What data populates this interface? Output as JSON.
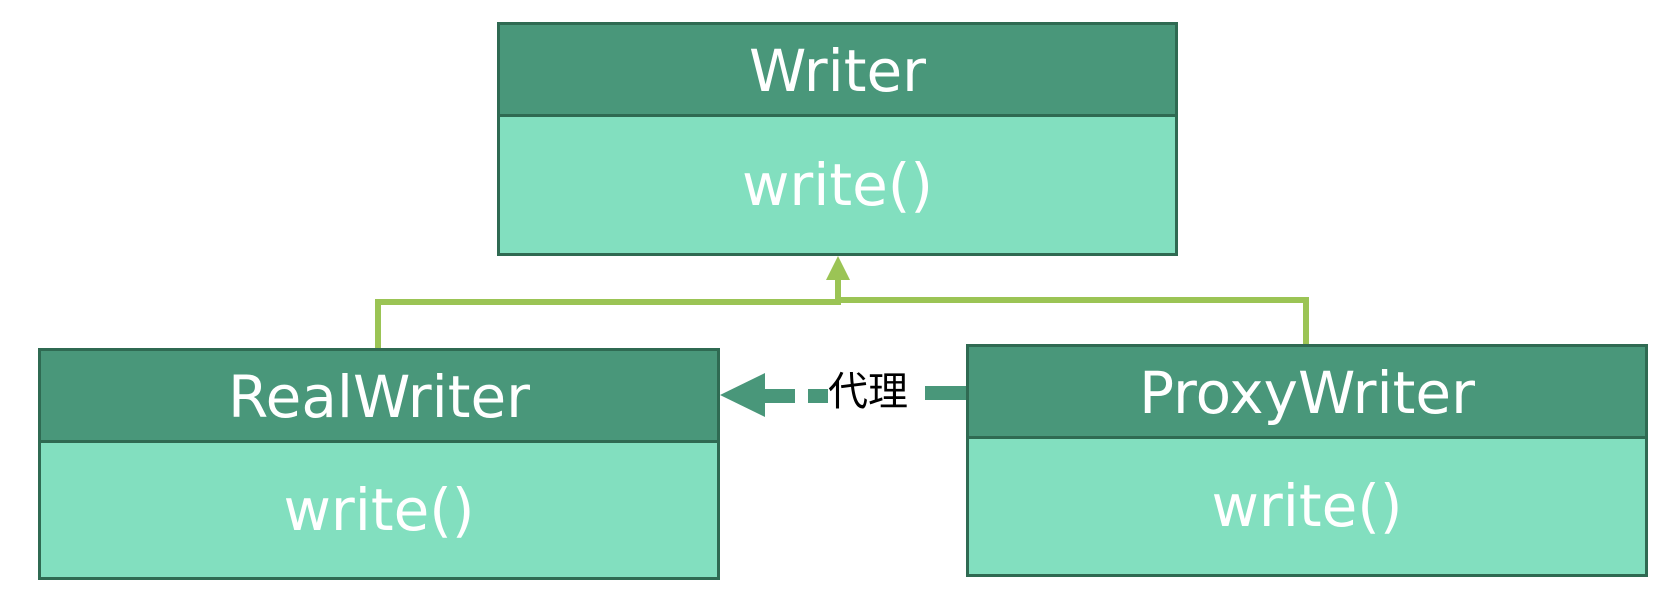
{
  "classes": {
    "writer": {
      "name": "Writer",
      "method": "write()"
    },
    "real_writer": {
      "name": "RealWriter",
      "method": "write()"
    },
    "proxy_writer": {
      "name": "ProxyWriter",
      "method": "write()"
    }
  },
  "relations": {
    "proxy_label": "代理"
  },
  "colors": {
    "header_fill": "#49977a",
    "body_fill": "#82dfbf",
    "border": "#2f6a52",
    "inheritance_line": "#9bc455",
    "proxy_arrow": "#49977a"
  }
}
